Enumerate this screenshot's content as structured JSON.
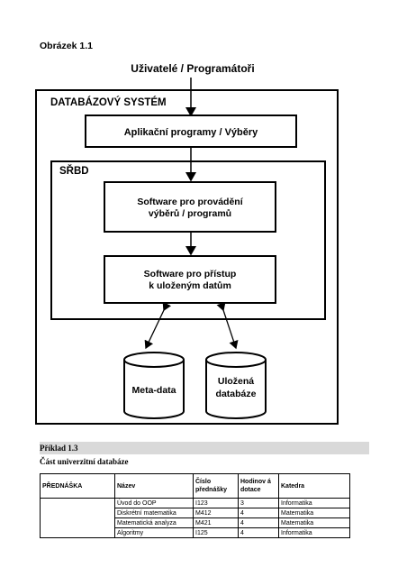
{
  "figure": {
    "label": "Obrázek 1.1",
    "users_label": "Uživatelé / Programátoři",
    "system_label": "DATABÁZOVÝ  SYSTÉM",
    "app_box": "Aplikační programy / Výběry",
    "dbms_label": "SŘBD",
    "exec_box_line1": "Software pro provádění",
    "exec_box_line2": "výběrů / programů",
    "access_box_line1": "Software pro přístup",
    "access_box_line2": "k uloženým datům",
    "meta_cylinder": "Meta-data",
    "stored_line1": "Uložená",
    "stored_line2": "databáze"
  },
  "example": {
    "title": "Příklad 1.3",
    "subtitle": "Část univerzitní databáze"
  },
  "table": {
    "name": "PŘEDNÁŠKA",
    "headers": [
      "Název",
      "Číslo přednášky",
      "Hodinov á dotace",
      "Katedra"
    ],
    "rows": [
      [
        "Úvod do OOP",
        "I123",
        "3",
        "Informatika"
      ],
      [
        "Diskrétní matematika",
        "M412",
        "4",
        "Matematika"
      ],
      [
        "Matematická analyza",
        "M421",
        "4",
        "Matematika"
      ],
      [
        "Algoritmy",
        "I125",
        "4",
        "Informatika"
      ]
    ]
  }
}
